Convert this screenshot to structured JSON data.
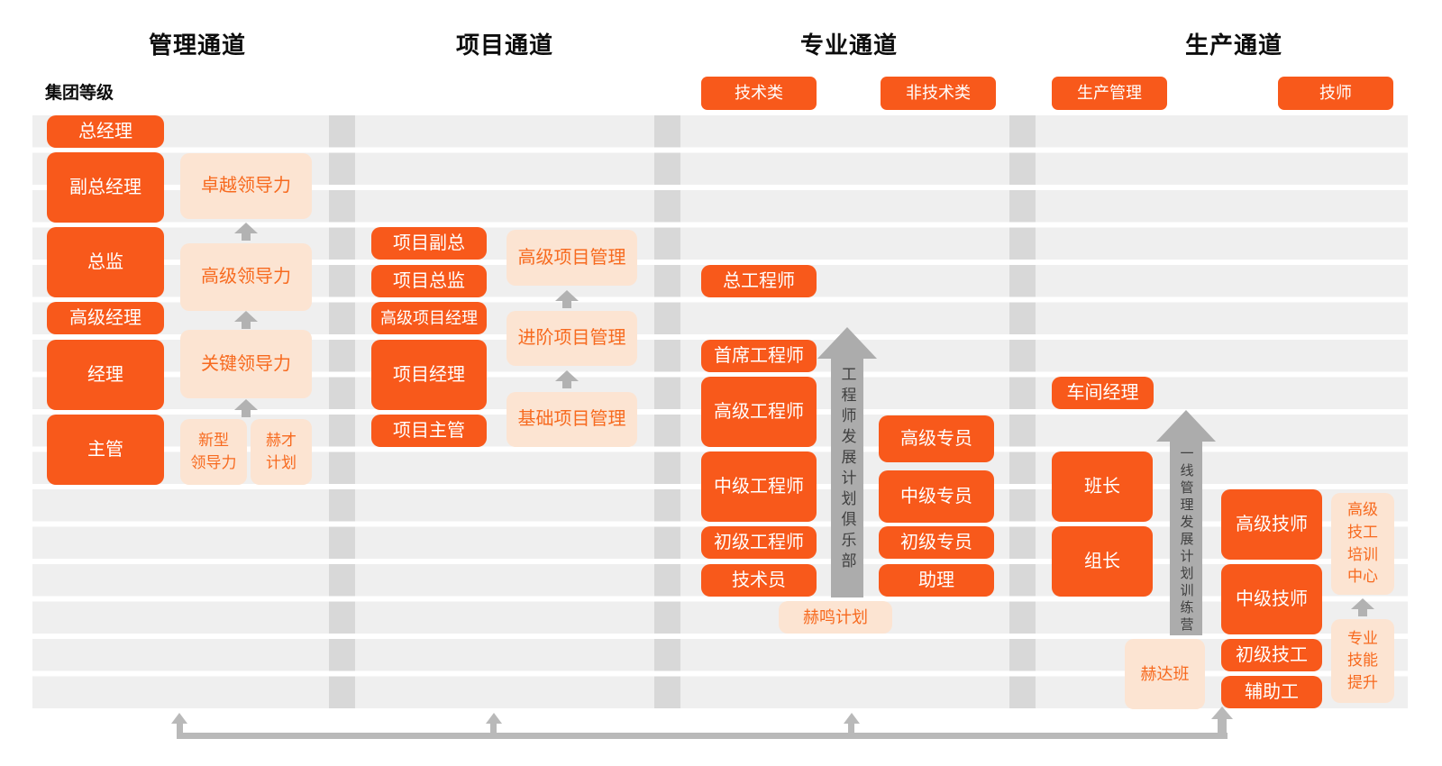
{
  "group_level_label": "集团等级",
  "channels": {
    "management": {
      "title": "管理通道"
    },
    "project": {
      "title": "项目通道"
    },
    "professional": {
      "title": "专业通道"
    },
    "production": {
      "title": "生产通道"
    }
  },
  "management": {
    "roles": [
      "总经理",
      "副总经理",
      "总监",
      "高级经理",
      "经理",
      "主管"
    ],
    "programs": [
      "卓越领导力",
      "高级领导力",
      "关键领导力",
      "新型\n领导力",
      "赫才\n计划"
    ]
  },
  "project": {
    "roles": [
      "项目副总",
      "项目总监",
      "高级项目经理",
      "项目经理",
      "项目主管"
    ],
    "programs": [
      "高级项目管理",
      "进阶项目管理",
      "基础项目管理"
    ]
  },
  "professional": {
    "tech_label": "技术类",
    "nontech_label": "非技术类",
    "tech_roles": [
      "总工程师",
      "首席工程师",
      "高级工程师",
      "中级工程师",
      "初级工程师",
      "技术员"
    ],
    "nontech_roles": [
      "高级专员",
      "中级专员",
      "初级专员",
      "助理"
    ],
    "club_arrow_label": "工程师发展计划俱乐部",
    "program": "赫鸣计划"
  },
  "production": {
    "mgmt_label": "生产管理",
    "technician_label": "技师",
    "mgmt_roles": [
      "车间经理",
      "班长",
      "组长"
    ],
    "technician_roles": [
      "高级技师",
      "中级技师",
      "初级技工",
      "辅助工"
    ],
    "camp_arrow_label": "一线管理发展计划训练营",
    "programs": [
      "赫达班",
      "高级\n技工\n培训\n中心",
      "专业\n技能\n提升"
    ]
  },
  "colors": {
    "accent": "#f8591b",
    "accent_light": "#fce4d2",
    "accent_text": "#f76a1f",
    "row_band": "#efefef",
    "separator": "#d8d8d8",
    "arrow_gray": "#acacac",
    "connector_gray": "#b9b9b9"
  },
  "icons": {
    "up_arrow": "triangle-up"
  }
}
